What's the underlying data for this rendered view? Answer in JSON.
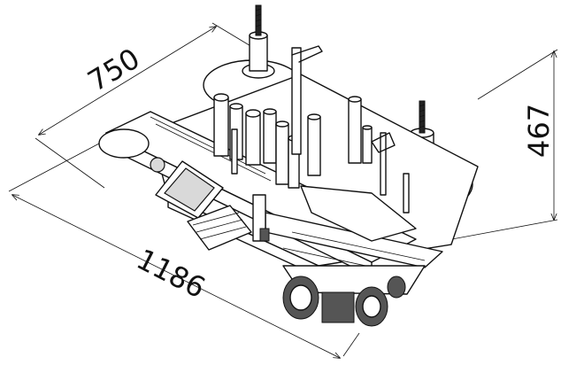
{
  "dimensions": {
    "depth": "750",
    "length": "1186",
    "height": "467"
  },
  "colors": {
    "line": "#111111",
    "background": "#ffffff",
    "shade": "#d9d9d9"
  }
}
